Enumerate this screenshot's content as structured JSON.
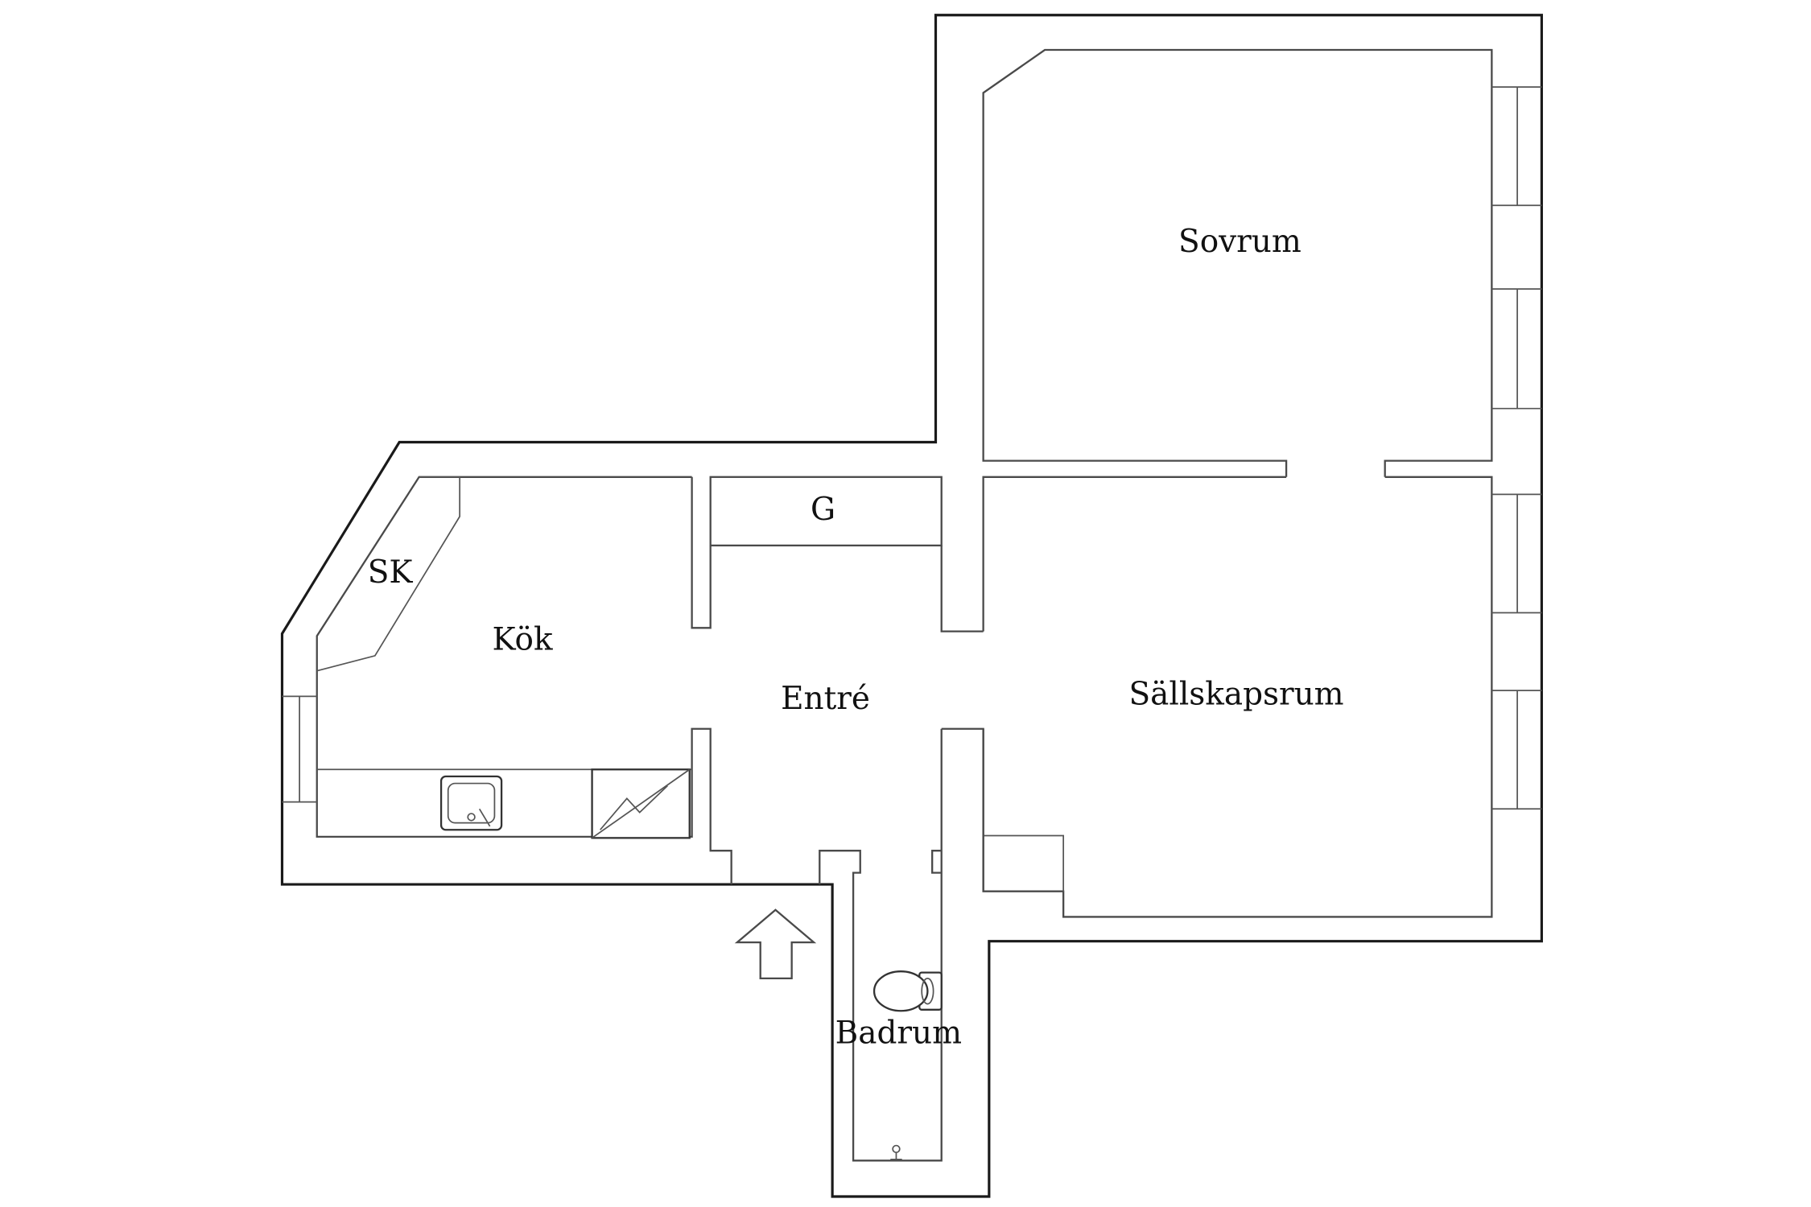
{
  "rooms": {
    "sovrum": "Sovrum",
    "sallskapsrum": "Sällskapsrum",
    "kok": "Kök",
    "entre": "Entré",
    "badrum": "Badrum",
    "sk": "SK",
    "g": "G"
  },
  "colors": {
    "wall": "#1a1a1a",
    "background": "#ffffff"
  },
  "icons": [
    "entrance-arrow-icon",
    "sink-icon",
    "stove-icon",
    "toilet-icon",
    "floor-drain-icon"
  ]
}
